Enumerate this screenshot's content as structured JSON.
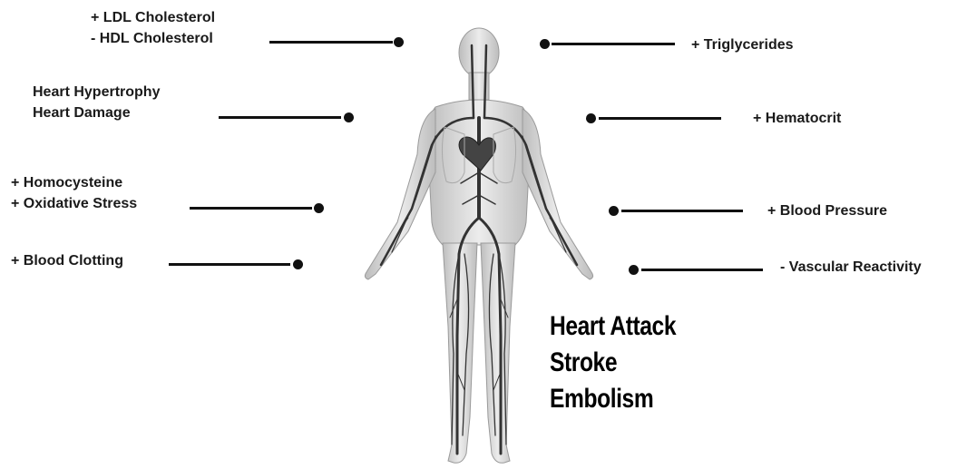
{
  "left_factors": [
    {
      "lines": [
        "+ LDL Cholesterol",
        "- HDL Cholesterol"
      ]
    },
    {
      "lines": [
        "Heart Hypertrophy",
        "Heart Damage"
      ]
    },
    {
      "lines": [
        "+ Homocysteine",
        "+ Oxidative Stress"
      ]
    },
    {
      "lines": [
        "+ Blood Clotting"
      ]
    }
  ],
  "right_factors": [
    {
      "lines": [
        "+ Triglycerides"
      ]
    },
    {
      "lines": [
        "+ Hematocrit"
      ]
    },
    {
      "lines": [
        "+ Blood Pressure"
      ]
    },
    {
      "lines": [
        "- Vascular Reactivity"
      ]
    }
  ],
  "outcomes": [
    "Heart Attack",
    "Stroke",
    "Embolism"
  ],
  "colors": {
    "ink": "#111111",
    "body_fill": "#d9d9d9",
    "vessel": "#333333"
  }
}
